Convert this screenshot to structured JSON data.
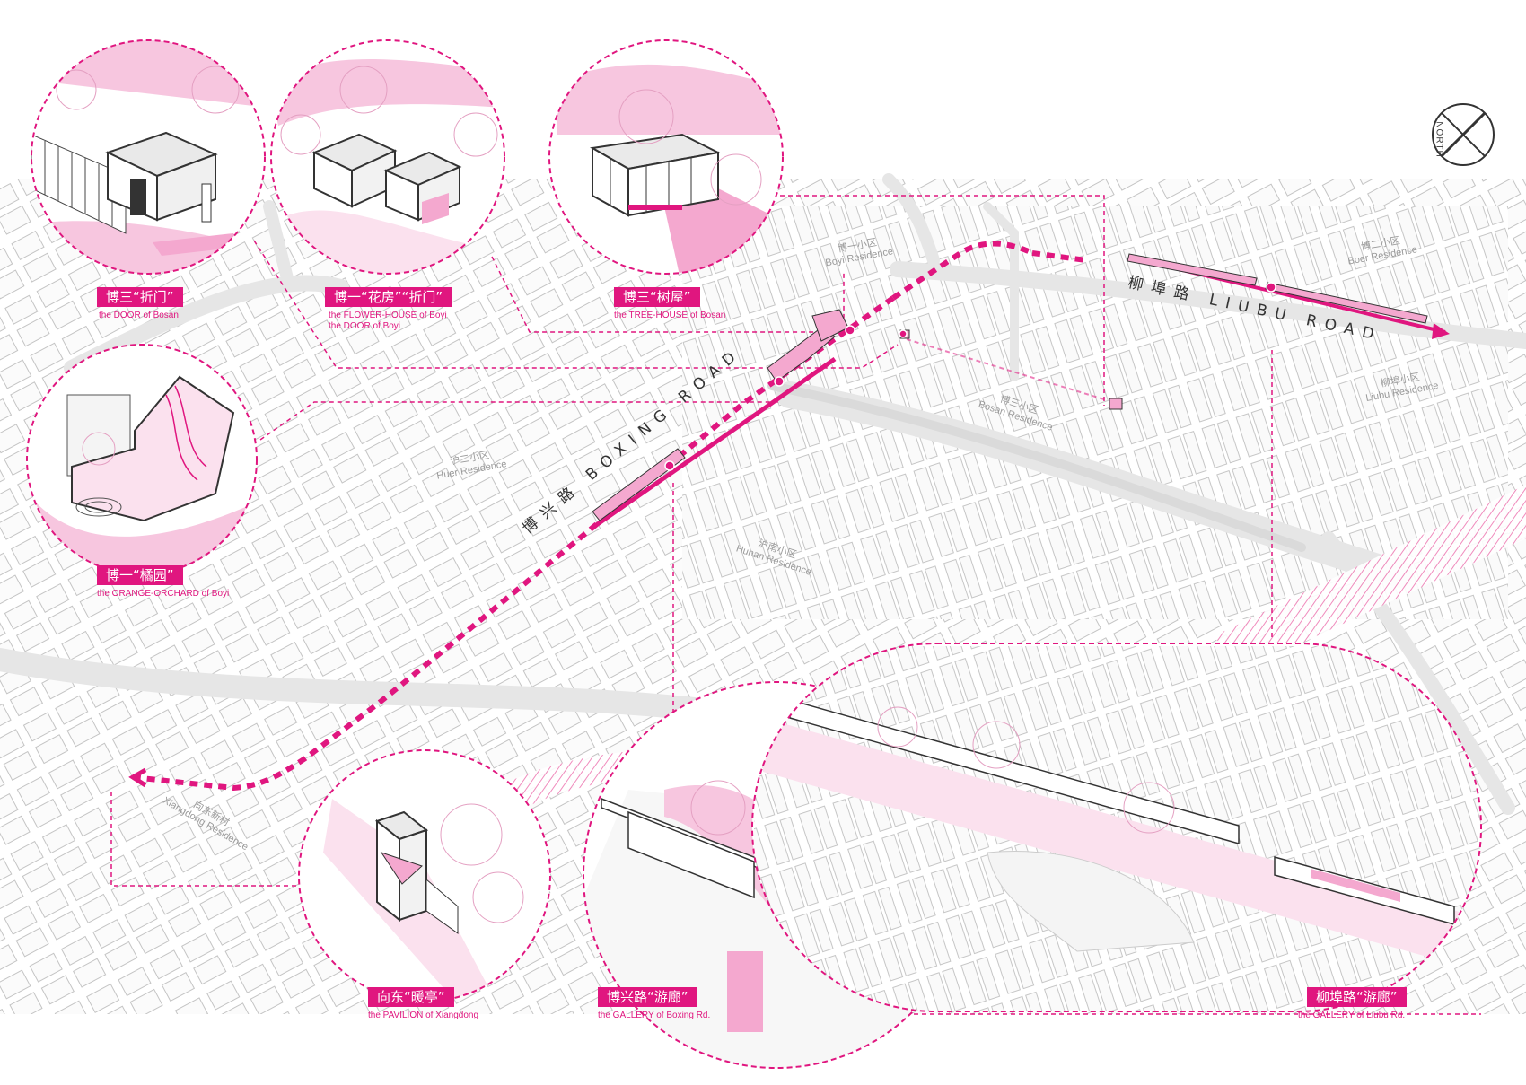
{
  "colors": {
    "accent": "#e0167f",
    "accent_light": "#f7c6df",
    "building_line": "#b9b9b9",
    "road": "#e9e9e9"
  },
  "compass": {
    "label": "NORTH"
  },
  "roads": {
    "boxing": "博兴路  BOXING ROAD",
    "liubu": "柳埠路  LIUBU ROAD"
  },
  "residences": [
    {
      "cn": "博一小区",
      "en": "Boyi Residence"
    },
    {
      "cn": "博二小区",
      "en": "Boer Residence"
    },
    {
      "cn": "博三小区",
      "en": "Bosan Residence"
    },
    {
      "cn": "柳埠小区",
      "en": "Liubu Residence"
    },
    {
      "cn": "沪二小区",
      "en": "Huer Residence"
    },
    {
      "cn": "沪南小区",
      "en": "Hunan Residence"
    },
    {
      "cn": "向东新村",
      "en": "Xiangdong Residence"
    }
  ],
  "callouts": [
    {
      "cn": "博三“折门”",
      "en": "the DOOR of Bosan",
      "icon": "door-pavilion-icon"
    },
    {
      "cn": "博一“花房”“折门”",
      "en": "the FLOWER-HOUSE of Boyi",
      "en2": "the DOOR of Boyi",
      "icon": "flower-house-icon"
    },
    {
      "cn": "博三“树屋”",
      "en": "the TREE-HOUSE of Bosan",
      "icon": "tree-house-icon"
    },
    {
      "cn": "博一“橘园”",
      "en": "the ORANGE-ORCHARD of Boyi",
      "icon": "orange-orchard-icon"
    },
    {
      "cn": "向东“暖亭”",
      "en": "the PAVILION of Xiangdong",
      "icon": "pavilion-icon"
    },
    {
      "cn": "博兴路“游廊”",
      "en": "the GALLERY of Boxing Rd.",
      "icon": "gallery-icon"
    },
    {
      "cn": "柳埠路“游廊”",
      "en": "the GALLERY of Liubu Rd.",
      "icon": "gallery-icon"
    }
  ]
}
